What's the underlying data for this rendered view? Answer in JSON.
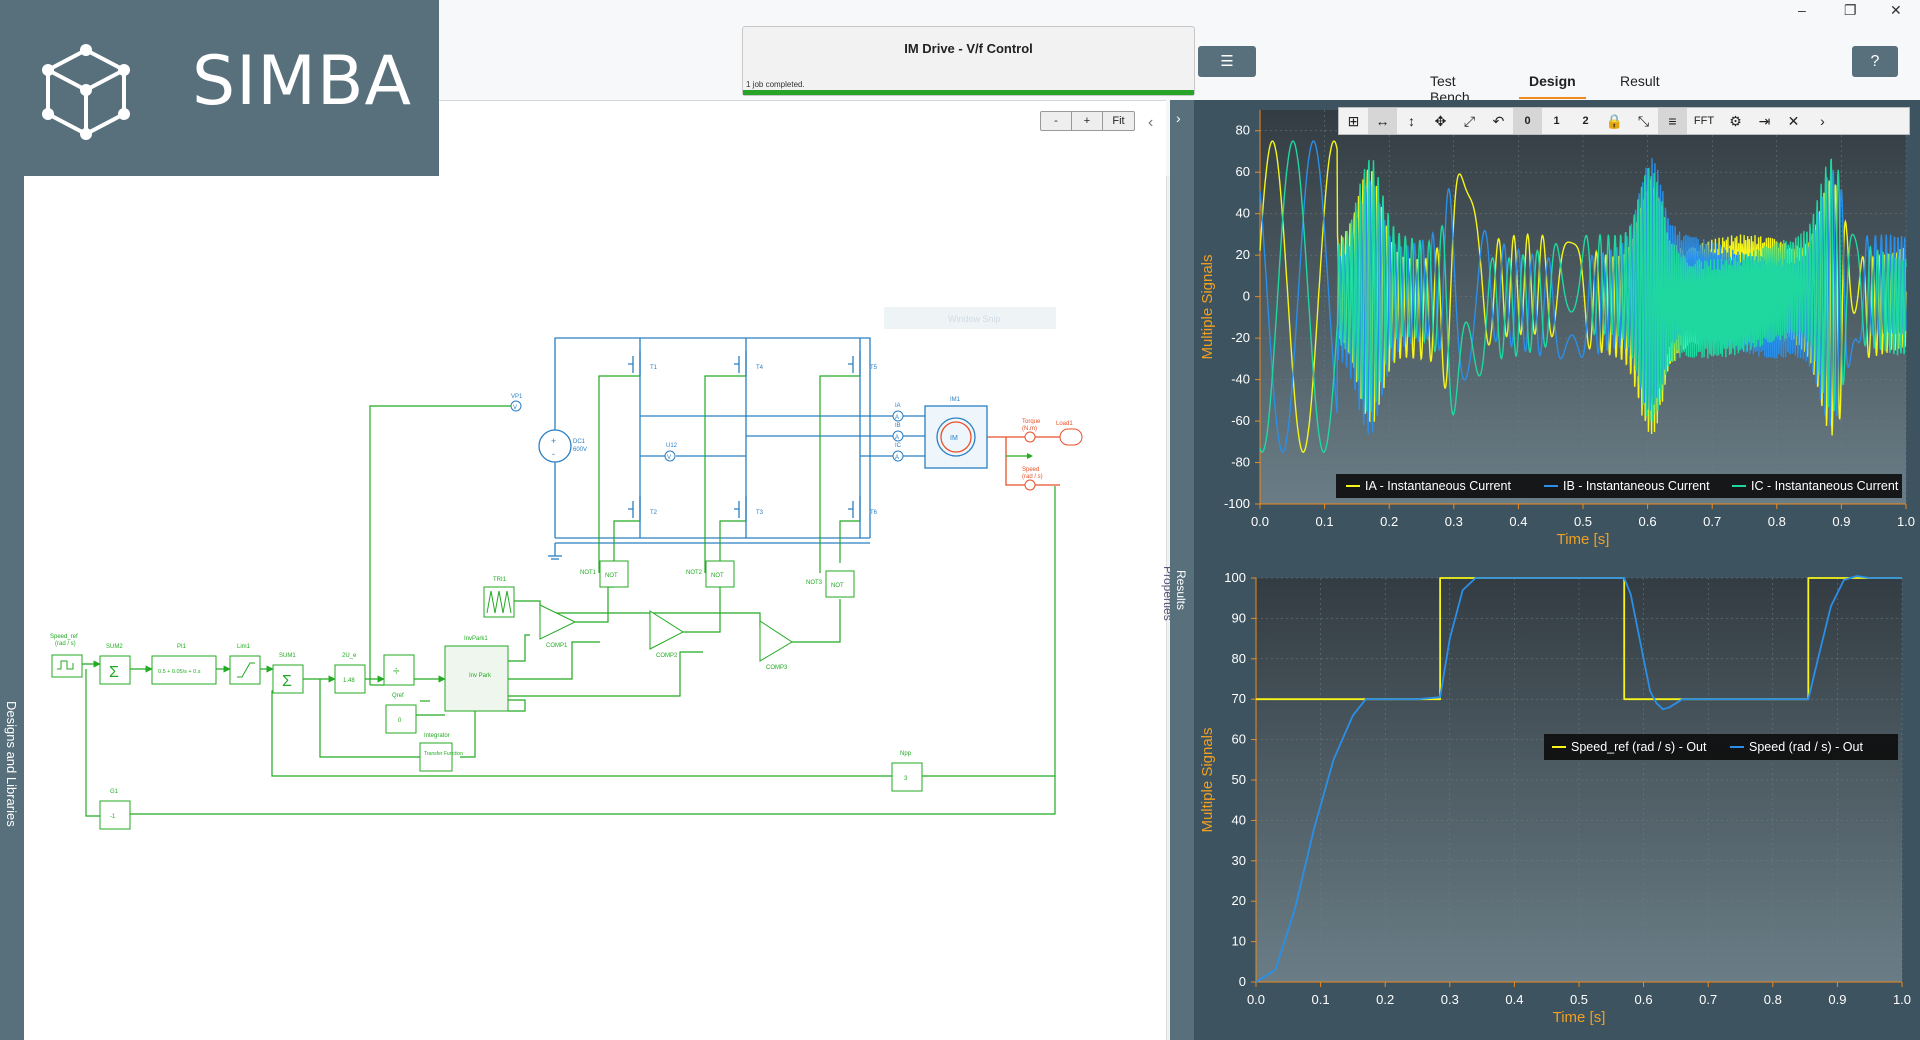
{
  "app": {
    "name": "SIMBA"
  },
  "job": {
    "title": "IM Drive - V/f Control",
    "status": "1 job completed."
  },
  "header": {
    "menu_icon": "list-icon",
    "help_label": "?"
  },
  "window_controls": {
    "minimize": "–",
    "restore": "❐",
    "close": "✕"
  },
  "tabs": [
    {
      "label": "Test Bench",
      "active": false
    },
    {
      "label": "Design",
      "active": true
    },
    {
      "label": "Result",
      "active": false
    }
  ],
  "sidebar": {
    "label": "Designs and Libraries"
  },
  "zoom": {
    "minus": "-",
    "plus": "+",
    "fit": "Fit"
  },
  "properties": {
    "label": "Properties"
  },
  "results_panel": {
    "label": "Results"
  },
  "plot_toolbar": {
    "buttons": [
      "zoom-box",
      "fit-horizontal",
      "fit-vertical",
      "pan",
      "expand",
      "undo",
      "0",
      "1",
      "2",
      "lock",
      "link",
      "cursors",
      "FFT",
      "settings",
      "export",
      "close"
    ]
  },
  "schematic": {
    "labels": {
      "speed_ref": "Speed_ref",
      "speed_ref_unit": "(rad / s)",
      "sum2": "SUM2",
      "pi1": "PI1",
      "pi1_expr": "0.5 + 0.05/s + 0.s",
      "lim1": "Lim1",
      "sum1": "SUM1",
      "ku": "2U_e",
      "ku_val": "1.48",
      "div": "÷",
      "qref": "Qref",
      "qref_val": "0",
      "invpark": "InvPark1",
      "inv_park": "Inv Park",
      "integrator": "Integrator",
      "tf": "Transfer Function",
      "g1": "G1",
      "g1_val": "-1",
      "npp": "Npp",
      "npp_val": "3",
      "tri": "TRI1",
      "comp1": "COMP1",
      "comp2": "COMP2",
      "comp3": "COMP3",
      "not1": "NOT1",
      "not2": "NOT2",
      "not3": "NOT3",
      "not": "NOT",
      "vp1": "VP1",
      "dc1": "DC1",
      "dc1_val": "600V",
      "u12": "U12",
      "ia": "IA",
      "ib": "IB",
      "ic": "IC",
      "im1": "IM1",
      "im": "IM",
      "torque": "Torque",
      "torque_unit": "(N.m)",
      "load1": "Load1",
      "speed": "Speed",
      "speed_unit": "(rad / s)",
      "t1": "T1",
      "t2": "T2",
      "t3": "T3",
      "t4": "T4",
      "t5": "T5",
      "t6": "T6",
      "window_snip": "Window Snip"
    }
  },
  "colors": {
    "accent": "#58707c",
    "control": "#22aa22",
    "power": "#2a7fc4",
    "mech": "#e8502a",
    "tab_underline": "#f08a1c"
  },
  "chart_data": [
    {
      "type": "line",
      "ylabel": "Multiple Signals",
      "xlabel": "Time [s]",
      "xlim": [
        0,
        1.0
      ],
      "ylim": [
        -100,
        90
      ],
      "xticks": [
        "0.0",
        "0.1",
        "0.2",
        "0.3",
        "0.4",
        "0.5",
        "0.6",
        "0.7",
        "0.8",
        "0.9",
        "1.0"
      ],
      "yticks": [
        "80",
        "60",
        "40",
        "20",
        "0",
        "-20",
        "-40",
        "-60",
        "-80",
        "-100"
      ],
      "legend_position": "bottom-right",
      "series": [
        {
          "name": "IA - Instantaneous Current",
          "color": "#f5f51a"
        },
        {
          "name": "IB - Instantaneous Current",
          "color": "#2a8fe8"
        },
        {
          "name": "IC - Instantaneous Current",
          "color": "#1fd8a0"
        }
      ]
    },
    {
      "type": "line",
      "ylabel": "Multiple Signals",
      "xlabel": "Time [s]",
      "xlim": [
        0,
        1.0
      ],
      "ylim": [
        0,
        100
      ],
      "xticks": [
        "0.0",
        "0.1",
        "0.2",
        "0.3",
        "0.4",
        "0.5",
        "0.6",
        "0.7",
        "0.8",
        "0.9",
        "1.0"
      ],
      "yticks": [
        "100",
        "90",
        "80",
        "70",
        "60",
        "50",
        "40",
        "30",
        "20",
        "10",
        "0"
      ],
      "legend_position": "top-right",
      "series": [
        {
          "name": "Speed_ref (rad / s) - Out",
          "color": "#f5f51a",
          "x": [
            0,
            0.285,
            0.285,
            0.57,
            0.57,
            0.855,
            0.855,
            1.0
          ],
          "y": [
            70,
            70,
            100,
            100,
            70,
            70,
            100,
            100
          ]
        },
        {
          "name": "Speed (rad / s) - Out",
          "color": "#2a8fe8",
          "x": [
            0,
            0.03,
            0.06,
            0.09,
            0.12,
            0.15,
            0.17,
            0.2,
            0.25,
            0.285,
            0.3,
            0.32,
            0.34,
            0.36,
            0.4,
            0.57,
            0.58,
            0.6,
            0.61,
            0.62,
            0.63,
            0.64,
            0.66,
            0.7,
            0.855,
            0.87,
            0.89,
            0.91,
            0.93,
            0.95,
            1.0
          ],
          "y": [
            0,
            3,
            18,
            38,
            55,
            66,
            70,
            70,
            70,
            70.5,
            85,
            97,
            100,
            100,
            100,
            100,
            96,
            80,
            72,
            69,
            67.5,
            68,
            70,
            70,
            70,
            80,
            93,
            99.5,
            100.5,
            100,
            100
          ]
        }
      ]
    }
  ]
}
